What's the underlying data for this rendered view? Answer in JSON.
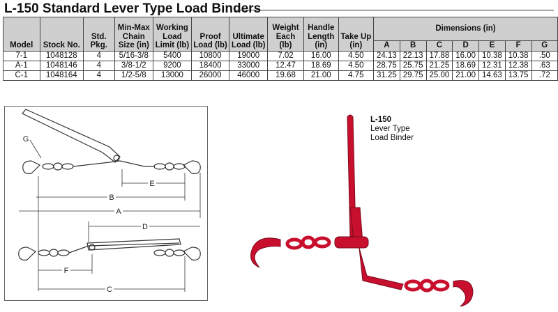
{
  "title": "L-150 Standard Lever Type Load Binders",
  "table": {
    "headers": [
      "Model",
      "Stock No.",
      "Std. Pkg.",
      "Min-Max Chain Size (in)",
      "Working Load Limit (lb)",
      "Proof Load (lb)",
      "Ultimate Load (lb)",
      "Weight Each (lb)",
      "Handle Length (in)",
      "Take Up (in)"
    ],
    "dimensions_header": "Dimensions (in)",
    "dimension_cols": [
      "A",
      "B",
      "C",
      "D",
      "E",
      "F",
      "G"
    ],
    "rows": [
      [
        "7-1",
        "1048128",
        "4",
        "5/16-3/8",
        "5400",
        "10800",
        "19000",
        "7.02",
        "16.00",
        "4.50",
        "24.13",
        "22.13",
        "17.88",
        "16.00",
        "10.38",
        "10.38",
        ".50"
      ],
      [
        "A-1",
        "1048146",
        "4",
        "3/8-1/2",
        "9200",
        "18400",
        "33000",
        "12.47",
        "18.69",
        "4.50",
        "28.75",
        "25.75",
        "21.25",
        "18.69",
        "12.31",
        "12.38",
        ".63"
      ],
      [
        "C-1",
        "1048164",
        "4",
        "1/2-5/8",
        "13000",
        "26000",
        "46000",
        "19.68",
        "21.00",
        "4.75",
        "31.25",
        "29.75",
        "25.00",
        "21.00",
        "14.63",
        "13.75",
        ".72"
      ]
    ]
  },
  "diagram": {
    "labels": [
      "G",
      "E",
      "B",
      "A",
      "D",
      "F",
      "C"
    ]
  },
  "photo": {
    "caption_title": "L-150",
    "caption_line1": "Lever Type",
    "caption_line2": "Load Binder",
    "color": "#c8102e"
  }
}
